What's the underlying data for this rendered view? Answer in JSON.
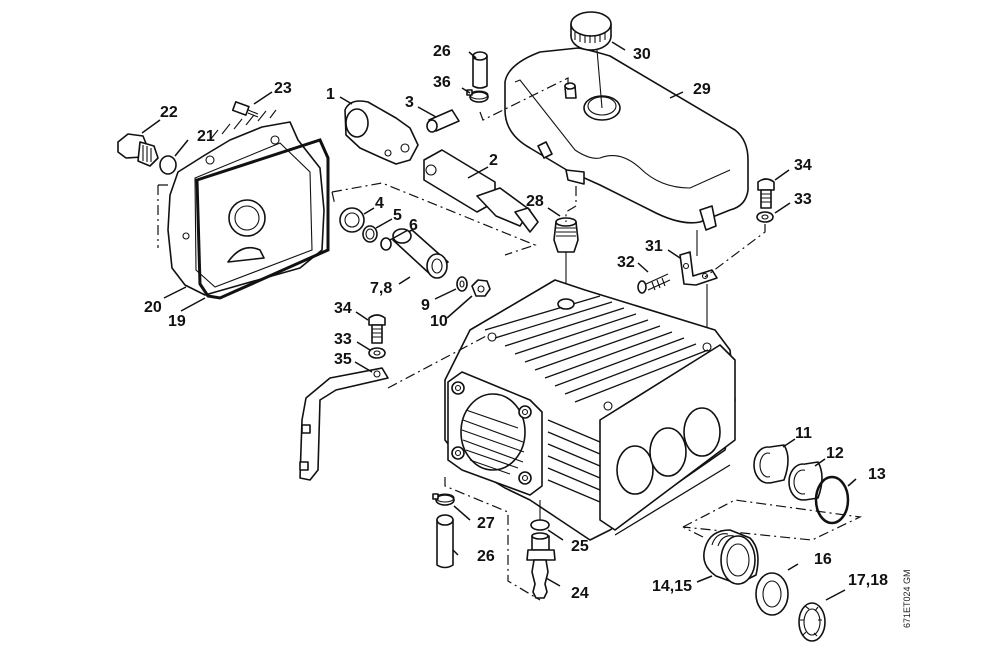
{
  "diagram": {
    "title": "Pump assembly exploded parts diagram",
    "drawing_code": "671ET024 GM",
    "parts": [
      {
        "id": "p1",
        "label": "1",
        "name": "connecting-rod-clamp"
      },
      {
        "id": "p2",
        "label": "2",
        "name": "plunger-shaft"
      },
      {
        "id": "p3",
        "label": "3",
        "name": "pin"
      },
      {
        "id": "p4",
        "label": "4",
        "name": "seal-ring"
      },
      {
        "id": "p5",
        "label": "5",
        "name": "seal"
      },
      {
        "id": "p6",
        "label": "6",
        "name": "o-ring"
      },
      {
        "id": "p78",
        "label": "7,8",
        "name": "plunger-sleeve"
      },
      {
        "id": "p9",
        "label": "9",
        "name": "washer"
      },
      {
        "id": "p10",
        "label": "10",
        "name": "nut"
      },
      {
        "id": "p11",
        "label": "11",
        "name": "sleeve-seal"
      },
      {
        "id": "p12",
        "label": "12",
        "name": "grooved-seal"
      },
      {
        "id": "p13",
        "label": "13",
        "name": "o-ring-large"
      },
      {
        "id": "p1415",
        "label": "14,15",
        "name": "valve-housing"
      },
      {
        "id": "p16",
        "label": "16",
        "name": "ring-seal"
      },
      {
        "id": "p1718",
        "label": "17,18",
        "name": "support-ring"
      },
      {
        "id": "p19",
        "label": "19",
        "name": "gasket"
      },
      {
        "id": "p20",
        "label": "20",
        "name": "crankcase-cover"
      },
      {
        "id": "p21",
        "label": "21",
        "name": "sealing-ring"
      },
      {
        "id": "p22",
        "label": "22",
        "name": "screw-plug"
      },
      {
        "id": "p23",
        "label": "23",
        "name": "cover-screw"
      },
      {
        "id": "p24",
        "label": "24",
        "name": "hose-nipple"
      },
      {
        "id": "p25",
        "label": "25",
        "name": "o-ring-nipple"
      },
      {
        "id": "p26a",
        "label": "26",
        "name": "hose-top"
      },
      {
        "id": "p26b",
        "label": "26",
        "name": "hose-bottom"
      },
      {
        "id": "p27",
        "label": "27",
        "name": "hose-clamp-bottom"
      },
      {
        "id": "p28",
        "label": "28",
        "name": "fitting"
      },
      {
        "id": "p29",
        "label": "29",
        "name": "oil-tank"
      },
      {
        "id": "p30",
        "label": "30",
        "name": "tank-cap"
      },
      {
        "id": "p31",
        "label": "31",
        "name": "bracket"
      },
      {
        "id": "p32",
        "label": "32",
        "name": "tapping-screw"
      },
      {
        "id": "p33a",
        "label": "33",
        "name": "lock-washer-right"
      },
      {
        "id": "p34a",
        "label": "34",
        "name": "hex-bolt-right"
      },
      {
        "id": "p33b",
        "label": "33",
        "name": "lock-washer-left"
      },
      {
        "id": "p34b",
        "label": "34",
        "name": "hex-bolt-left"
      },
      {
        "id": "p35",
        "label": "35",
        "name": "support-strap"
      },
      {
        "id": "p36",
        "label": "36",
        "name": "hose-clamp-top"
      }
    ]
  }
}
